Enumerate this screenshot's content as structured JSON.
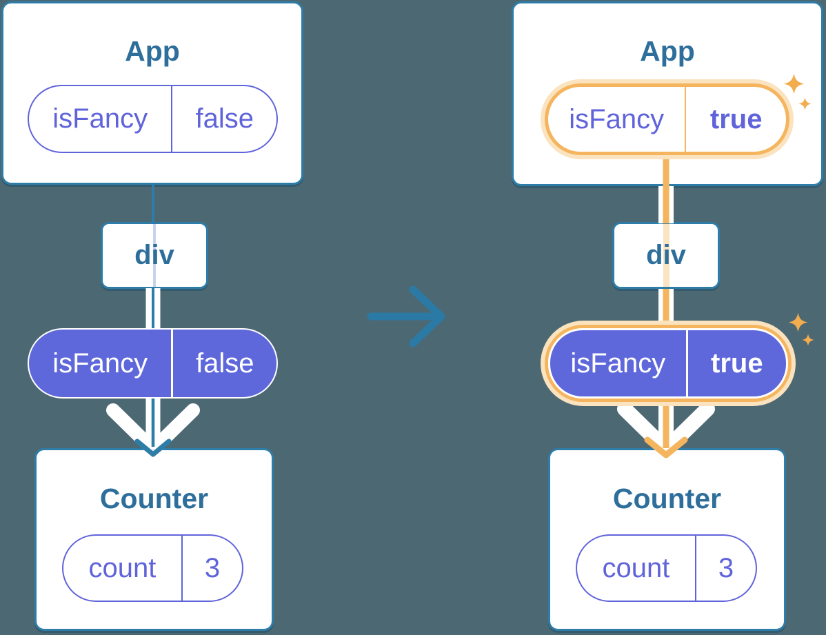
{
  "colors": {
    "background": "#4C6873",
    "box_border_teal": "#2E7DA8",
    "title_teal": "#2D6E9B",
    "purple_text": "#6064DA",
    "purple_fill": "#5F68DB",
    "highlight_orange": "#F5B55F",
    "highlight_glow": "#FAE3BE",
    "sparkle_orange": "#F3AC4E",
    "transition_arrow_teal": "#2B7AA6",
    "line_white": "#FFFFFF"
  },
  "left_tree": {
    "app": {
      "title": "App",
      "state_pill": {
        "label": "isFancy",
        "value": "false"
      }
    },
    "div_node": {
      "label": "div"
    },
    "prop_pill": {
      "label": "isFancy",
      "value": "false"
    },
    "counter": {
      "title": "Counter",
      "state_pill": {
        "label": "count",
        "value": "3"
      }
    }
  },
  "right_tree": {
    "app": {
      "title": "App",
      "state_pill": {
        "label": "isFancy",
        "value": "true"
      }
    },
    "div_node": {
      "label": "div"
    },
    "prop_pill": {
      "label": "isFancy",
      "value": "true"
    },
    "counter": {
      "title": "Counter",
      "state_pill": {
        "label": "count",
        "value": "3"
      }
    }
  }
}
